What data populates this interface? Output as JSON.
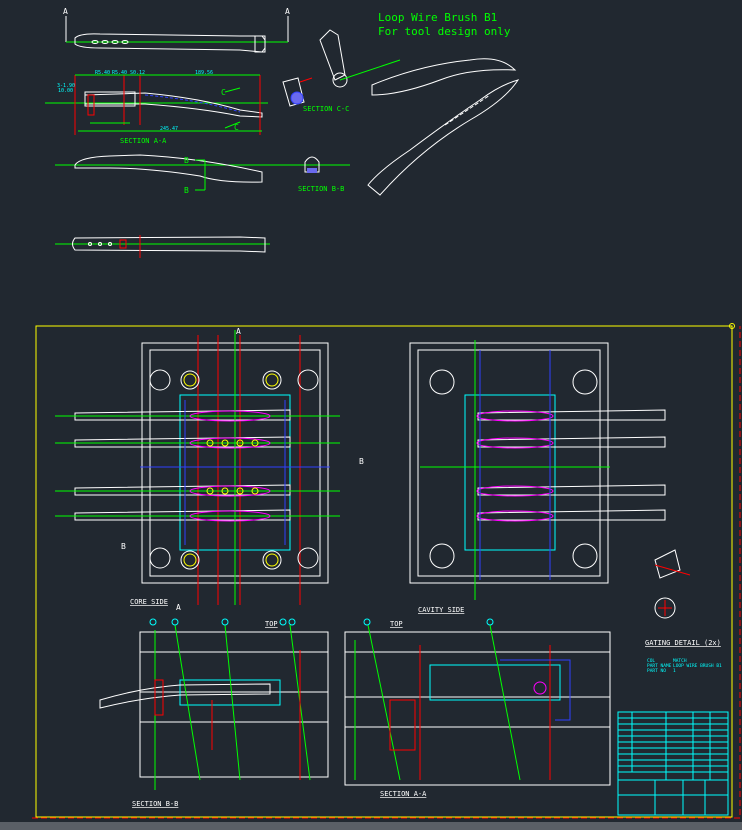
{
  "drawing": {
    "title_line1": "Loop Wire Brush B1",
    "title_line2": "For tool design only",
    "section_labels": {
      "top_section_aa": "SECTION A-A",
      "top_section_bb": "SECTION B-B",
      "top_section_cc": "SECTION C-C",
      "core_side": "CORE SIDE",
      "cavity_side": "CAVITY SIDE",
      "top_left": "TOP",
      "top_right": "TOP",
      "bottom_section_bb": "SECTION B-B",
      "bottom_section_aa": "SECTION A-A",
      "gating_detail": "GATING DETAIL (2x)"
    },
    "cut_markers": {
      "a": "A",
      "b": "B",
      "c": "C"
    },
    "dimensions": [
      "R5.40",
      "R5.40",
      "S0.12",
      "189.56",
      "245.47",
      "10.00",
      "3-1.90"
    ],
    "notes": {
      "col_label": "COL",
      "col_value": "MATCH",
      "part_name_label": "PART NAME",
      "part_name_value": "LOOP WIRE BRUSH B1",
      "part_no_label": "PART NO",
      "part_no_value": "1"
    },
    "colors": {
      "background": "#212830",
      "outline": "#ffffff",
      "dimension": "#00ffff",
      "centerline": "#00ff00",
      "hidden": "#ff0000",
      "frame": "#ffff00",
      "cooling": "#3040ff",
      "part": "#ff00ff"
    }
  }
}
